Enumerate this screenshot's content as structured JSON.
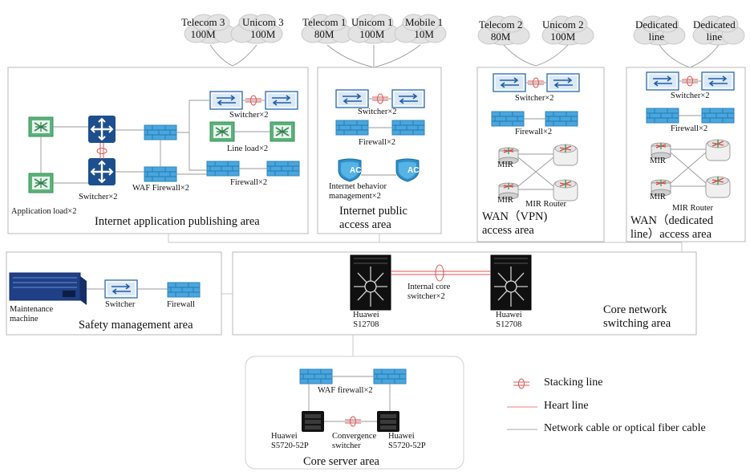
{
  "clouds": [
    {
      "line1": "Telecom 3",
      "line2": "100M"
    },
    {
      "line1": "Unicom 3",
      "line2": "100M"
    },
    {
      "line1": "Telecom 1",
      "line2": "80M"
    },
    {
      "line1": "Unicom 1",
      "line2": "100M"
    },
    {
      "line1": "Mobile 1",
      "line2": "10M"
    },
    {
      "line1": "Telecom 2",
      "line2": "80M"
    },
    {
      "line1": "Unicom 2",
      "line2": "100M"
    },
    {
      "line1": "Dedicated",
      "line2": "line"
    },
    {
      "line1": "Dedicated",
      "line2": "line"
    }
  ],
  "areas": {
    "publishing": {
      "title": "Internet application publishing area",
      "switcher_top": "Switcher×2",
      "line_load": "Line load×2",
      "firewall": "Firewall×2",
      "switcher_core": "Switcher×2",
      "waf": "WAF Firewall×2",
      "app_load": "Application load×2"
    },
    "public": {
      "title_line1": "Internet public",
      "title_line2": "access area",
      "switcher": "Switcher×2",
      "firewall": "Firewall×2",
      "behavior_line1": "Internet behavior",
      "behavior_line2": "management×2",
      "ac_text": "AC"
    },
    "vpn": {
      "title_line1": "WAN（VPN)",
      "title_line2": "access area",
      "switcher": "Switcher×2",
      "firewall": "Firewall×2",
      "mir1": "MIR",
      "mir2": "MIR",
      "mir_router": "MIR Router"
    },
    "dedicated": {
      "title_line1": "WAN（dedicated",
      "title_line2": "line）access area",
      "switcher": "Switcher×2",
      "firewall": "Firewall×2",
      "mir1": "MIR",
      "mir2": "MIR",
      "mir_router": "MIR Router"
    },
    "safety": {
      "title": "Safety management area",
      "maint_line1": "Maintenance",
      "maint_line2": "machine",
      "switcher": "Switcher",
      "firewall": "Firewall"
    },
    "core": {
      "title_line1": "Core network",
      "title_line2": "switching area",
      "internal_line1": "Internal core",
      "internal_line2": "switcher×2",
      "left_line1": "Huawei",
      "left_line2": "S12708",
      "right_line1": "Huawei",
      "right_line2": "S12708"
    },
    "server": {
      "title": "Core server area",
      "waf": "WAF firewall×2",
      "left_line1": "Huawei",
      "left_line2": "S5720-52P",
      "mid_line1": "Convergence",
      "mid_line2": "switcher",
      "right_line1": "Huawei",
      "right_line2": "S5720-52P"
    }
  },
  "legend": {
    "stacking": "Stacking line",
    "heart": "Heart line",
    "cable": "Network cable or optical fiber cable"
  },
  "colors": {
    "switch_blue": "#1f5fa8",
    "firewall_blue": "#3f9fd6",
    "router_navy": "#1d4f8f",
    "load_green": "#4fae6a",
    "stacking_red": "#e05555",
    "area_border": "#b8b8b8"
  }
}
